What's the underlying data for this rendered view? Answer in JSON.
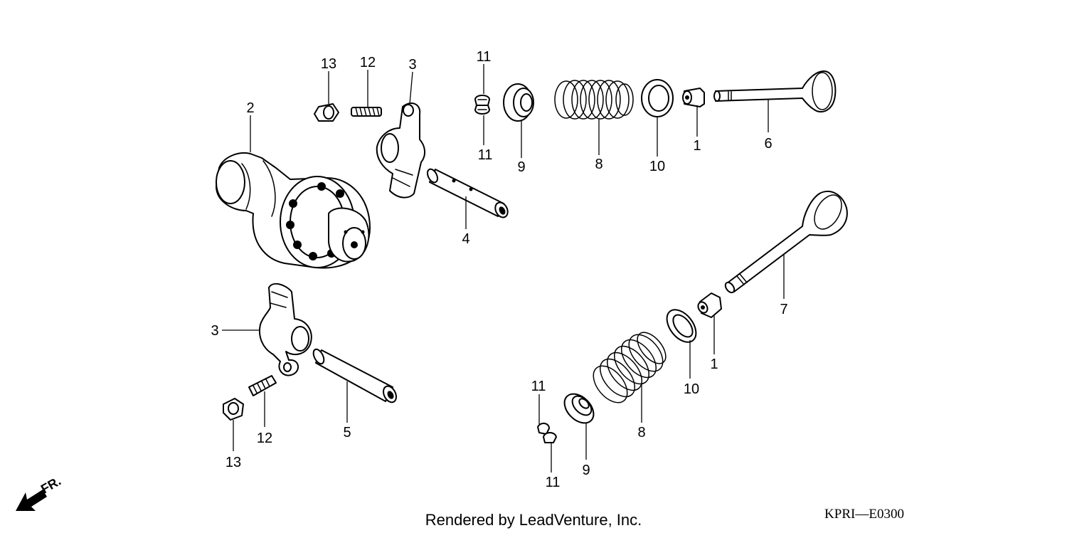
{
  "callouts": {
    "c13_top": "13",
    "c12_top": "12",
    "c3_top": "3",
    "c2": "2",
    "c11_top_a": "11",
    "c11_top_b": "11",
    "c9_top": "9",
    "c8_top": "8",
    "c10_top": "10",
    "c1_top": "1",
    "c6": "6",
    "c4": "4",
    "c7": "7",
    "c3_bottom": "3",
    "c12_bottom": "12",
    "c13_bottom": "13",
    "c5": "5",
    "c1_bottom": "1",
    "c10_bottom": "10",
    "c8_bottom": "8",
    "c11_bottom_a": "11",
    "c11_bottom_b": "11",
    "c9_bottom": "9"
  },
  "direction": {
    "label": "FR."
  },
  "footer": {
    "credit": "Rendered by LeadVenture, Inc.",
    "code": "KPRI—E0300"
  },
  "colors": {
    "ink": "#000000",
    "paper": "#ffffff"
  }
}
